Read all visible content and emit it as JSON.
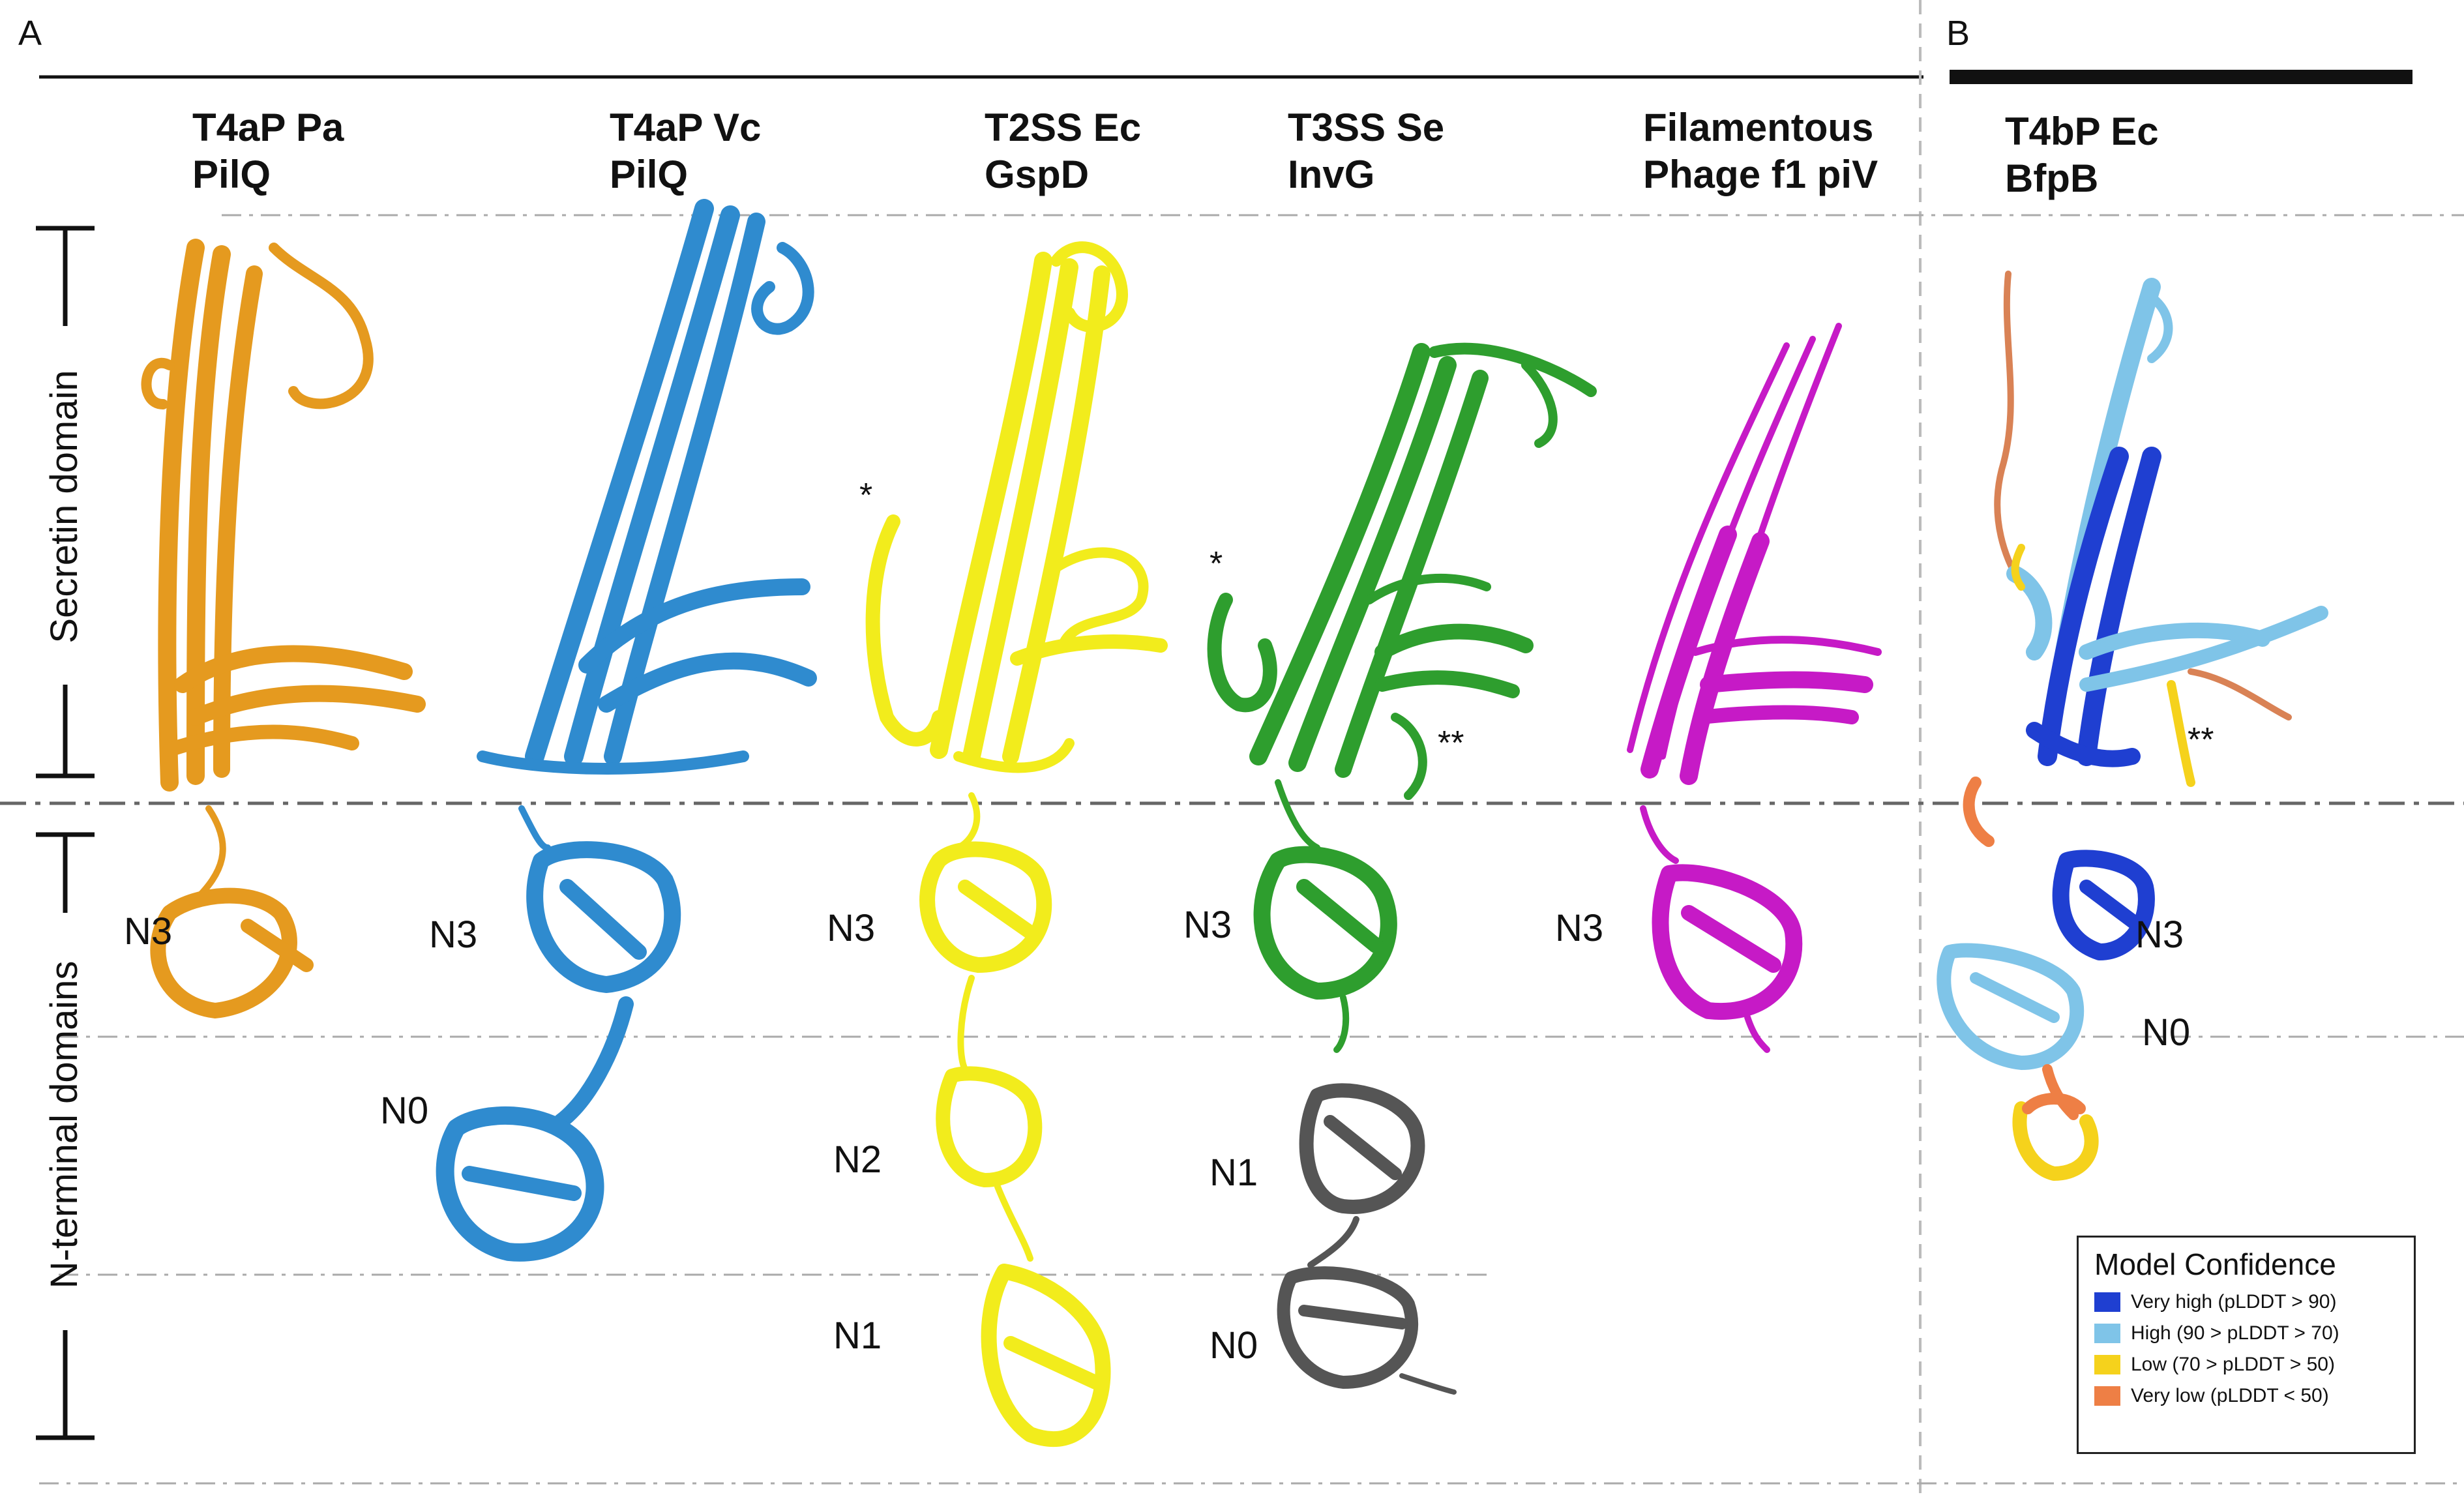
{
  "panels": {
    "a": "A",
    "b": "B"
  },
  "columns": [
    {
      "line1": "T4aP Pa",
      "line2": "PilQ",
      "color": "#E59A1F"
    },
    {
      "line1": "T4aP Vc",
      "line2": "PilQ",
      "color": "#2F8BCF"
    },
    {
      "line1": "T2SS Ec",
      "line2": "GspD",
      "color": "#F2EC1C"
    },
    {
      "line1": "T3SS Se",
      "line2": "InvG",
      "color": "#2E9E2E"
    },
    {
      "line1": "Filamentous",
      "line2": "Phage f1 piV",
      "color": "#C61AC6"
    },
    {
      "line1": "T4bP Ec",
      "line2": "BfpB",
      "color": "#7FC4E8"
    }
  ],
  "side_labels": {
    "secretin": "Secretin domain",
    "nterm": "N-terminal domains"
  },
  "domain_labels": {
    "pa_n3": "N3",
    "vc_n3": "N3",
    "vc_n0": "N0",
    "ec_n3": "N3",
    "ec_n2": "N2",
    "ec_n1": "N1",
    "se_n3": "N3",
    "se_n1": "N1",
    "se_n0": "N0",
    "f1_n3": "N3",
    "bfpb_n3": "N3",
    "bfpb_n0": "N0"
  },
  "markers": {
    "single": "*",
    "double": "**"
  },
  "legend": {
    "title": "Model Confidence",
    "items": [
      {
        "label": "Very high (pLDDT > 90)",
        "color": "#1F3FD1"
      },
      {
        "label": "High (90 > pLDDT > 70)",
        "color": "#7FC4E8"
      },
      {
        "label": "Low (70 > pLDDT > 50)",
        "color": "#F5D21C"
      },
      {
        "label": "Very low (pLDDT < 50)",
        "color": "#EE7F45"
      }
    ]
  },
  "colors": {
    "grey_structure": "#555555"
  }
}
